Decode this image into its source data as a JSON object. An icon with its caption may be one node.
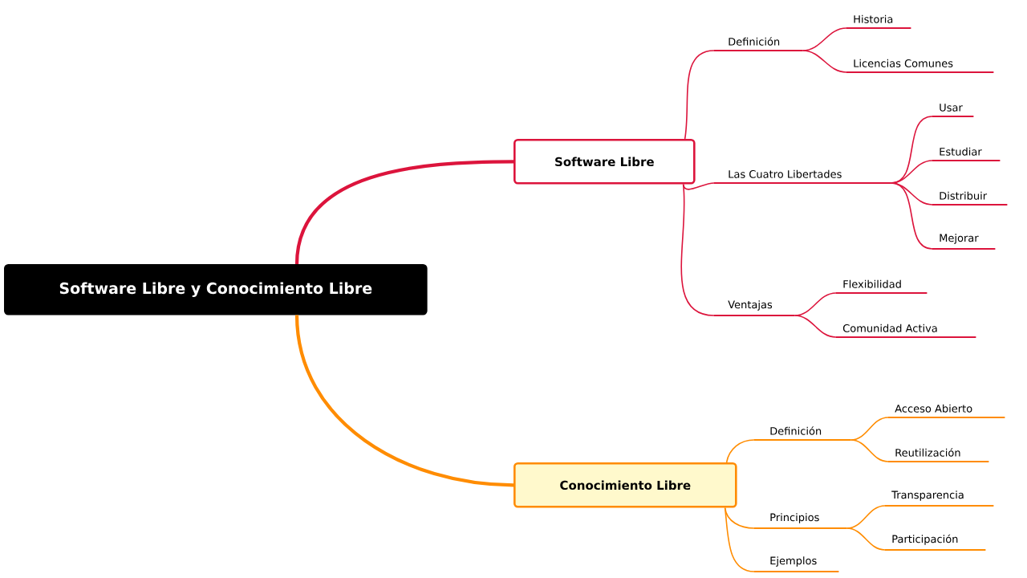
{
  "diagram": {
    "nodes": [
      {
        "text": [
          "Software Libre y Conocimiento Libre"
        ]
      },
      {
        "text": [
          "Software Libre"
        ]
      },
      {
        "text": [
          "Definición"
        ]
      },
      {
        "text": [
          "Historia"
        ]
      },
      {
        "text": [
          "Licencias Comunes"
        ]
      },
      {
        "text": [
          "Las Cuatro Libertades"
        ]
      },
      {
        "text": [
          "Usar"
        ]
      },
      {
        "text": [
          "Estudiar"
        ]
      },
      {
        "text": [
          "Distribuir"
        ]
      },
      {
        "text": [
          "Mejorar"
        ]
      },
      {
        "text": [
          "Ventajas"
        ]
      },
      {
        "text": [
          "Flexibilidad"
        ]
      },
      {
        "text": [
          "Comunidad Activa"
        ]
      },
      {
        "text": [
          "Conocimiento Libre"
        ]
      },
      {
        "text": [
          "Definición"
        ]
      },
      {
        "text": [
          "Acceso Abierto"
        ]
      },
      {
        "text": [
          "Reutilización"
        ]
      },
      {
        "text": [
          "Principios"
        ]
      },
      {
        "text": [
          "Transparencia"
        ]
      },
      {
        "text": [
          "Participación"
        ]
      },
      {
        "text": [
          "Ejemplos"
        ]
      }
    ],
    "edges": [
      {
        "from": 0,
        "to": 1,
        "arrow": "none",
        "style": "thick"
      },
      {
        "from": 1,
        "to": 2,
        "arrow": "none"
      },
      {
        "from": 2,
        "to": 3,
        "arrow": "none"
      },
      {
        "from": 2,
        "to": 4,
        "arrow": "none"
      },
      {
        "from": 1,
        "to": 5,
        "arrow": "none"
      },
      {
        "from": 5,
        "to": 6,
        "arrow": "none"
      },
      {
        "from": 5,
        "to": 7,
        "arrow": "none"
      },
      {
        "from": 5,
        "to": 8,
        "arrow": "none"
      },
      {
        "from": 5,
        "to": 9,
        "arrow": "none"
      },
      {
        "from": 1,
        "to": 10,
        "arrow": "none"
      },
      {
        "from": 10,
        "to": 11,
        "arrow": "none"
      },
      {
        "from": 10,
        "to": 12,
        "arrow": "none"
      },
      {
        "from": 0,
        "to": 13,
        "arrow": "none",
        "style": "thick",
        "color": "#ff8c00"
      },
      {
        "from": 13,
        "to": 14,
        "arrow": "none",
        "color": "#ff8c00"
      },
      {
        "from": 14,
        "to": 15,
        "arrow": "none",
        "color": "#ff8c00"
      },
      {
        "from": 14,
        "to": 16,
        "arrow": "none",
        "color": "#ff8c00"
      },
      {
        "from": 13,
        "to": 17,
        "arrow": "none",
        "color": "#ff8c00"
      },
      {
        "from": 17,
        "to": 18,
        "arrow": "none",
        "color": "#ff8c00"
      },
      {
        "from": 17,
        "to": 19,
        "arrow": "none",
        "color": "#ff8c00"
      },
      {
        "from": 13,
        "to": 20,
        "arrow": "none",
        "color": "#ff8c00"
      }
    ]
  }
}
